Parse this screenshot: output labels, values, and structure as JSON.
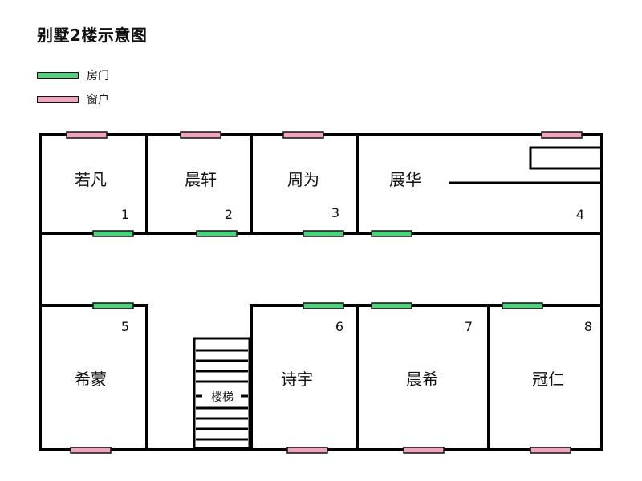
{
  "title": "别墅2楼示意图",
  "legend": {
    "door": "房门",
    "window": "窗户"
  },
  "colors": {
    "door": "#4fd27e",
    "window": "#f2a3bd",
    "wall": "#000000"
  },
  "rooms": [
    {
      "id": "1",
      "name": "若凡",
      "number": "1"
    },
    {
      "id": "2",
      "name": "晨轩",
      "number": "2"
    },
    {
      "id": "3",
      "name": "周为",
      "number": "3"
    },
    {
      "id": "4",
      "name": "展华",
      "number": "4"
    },
    {
      "id": "5",
      "name": "希蒙",
      "number": "5"
    },
    {
      "id": "6",
      "name": "诗宇",
      "number": "6"
    },
    {
      "id": "7",
      "name": "晨希",
      "number": "7"
    },
    {
      "id": "8",
      "name": "冠仁",
      "number": "8"
    }
  ],
  "stairs": {
    "label": "楼梯"
  }
}
